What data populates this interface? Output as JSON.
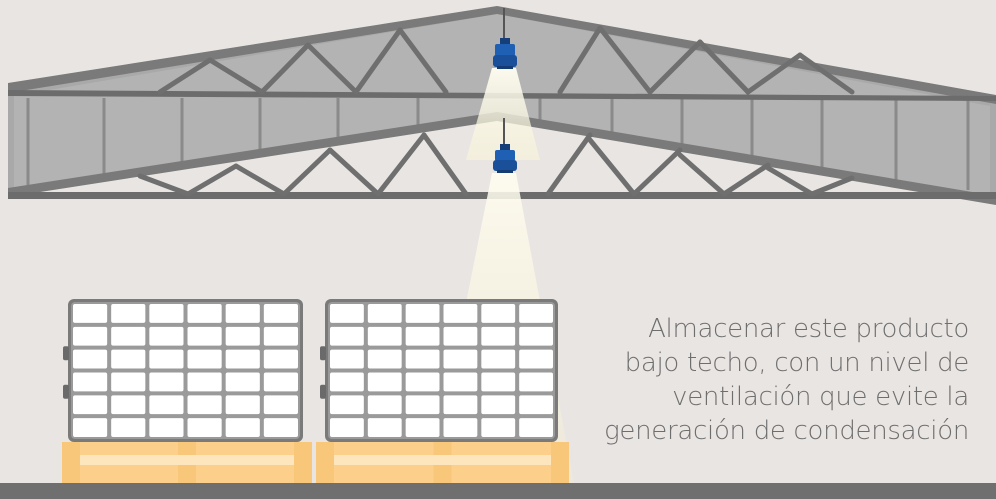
{
  "caption": {
    "lines": [
      "Almacenar este producto",
      "bajo techo, con un nivel de",
      "ventilación que evite la",
      "generación de condensación"
    ]
  },
  "colors": {
    "wall": "#e9e5e3",
    "floor": "#6f6f6f",
    "truss": "#7b7b7b",
    "truss_dark": "#5f5f5f",
    "roof_panel": "#a6a6a6",
    "lamp": "#1e5fb4",
    "pallet": "#fcd08a",
    "panel_frame": "#6a6a6a",
    "panel_cell": "#ffffff",
    "text": "#6e6e6e"
  },
  "icons": [
    "warehouse-roof-truss",
    "ceiling-lamp-icon",
    "light-beam",
    "solar-panel",
    "wooden-pallet"
  ]
}
